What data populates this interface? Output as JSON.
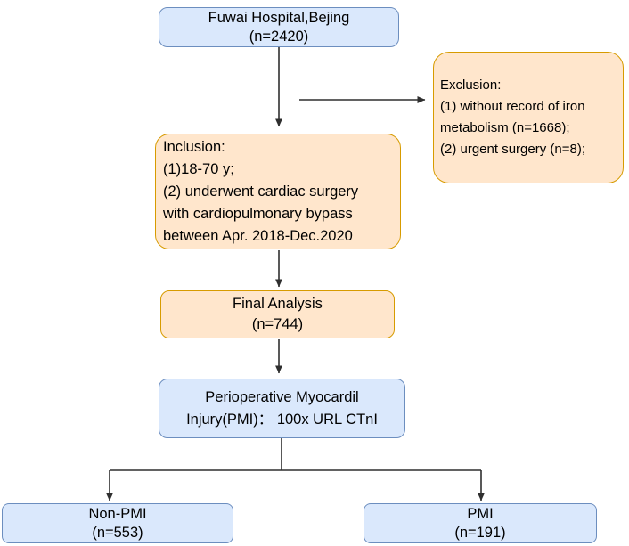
{
  "colors": {
    "blue_fill": "#dae8fc",
    "blue_border": "#6c8ebf",
    "orange_fill": "#ffe6cc",
    "orange_border": "#d79b00",
    "arrow_color": "#2f2f2f"
  },
  "nodes": {
    "fuwai": {
      "lines": [
        "Fuwai Hospital,Bejing",
        "(n=2420)"
      ]
    },
    "exclusion": {
      "lines": [
        "Exclusion:",
        "(1) without record of iron",
        "metabolism (n=1668);",
        "(2) urgent surgery (n=8);"
      ]
    },
    "inclusion": {
      "lines": [
        "Inclusion:",
        "(1)18-70 y;",
        "(2) underwent cardiac surgery",
        "with cardiopulmonary bypass",
        "between Apr. 2018-Dec.2020"
      ]
    },
    "final_analysis": {
      "lines": [
        "Final Analysis",
        "(n=744)"
      ]
    },
    "pmi_definition": {
      "lines": [
        "Perioperative Myocardil",
        "Injury(PMI)： 100x URL CTnI"
      ]
    },
    "non_pmi": {
      "lines": [
        "Non-PMI",
        "(n=553)"
      ]
    },
    "pmi": {
      "lines": [
        "PMI",
        "(n=191)"
      ]
    }
  }
}
